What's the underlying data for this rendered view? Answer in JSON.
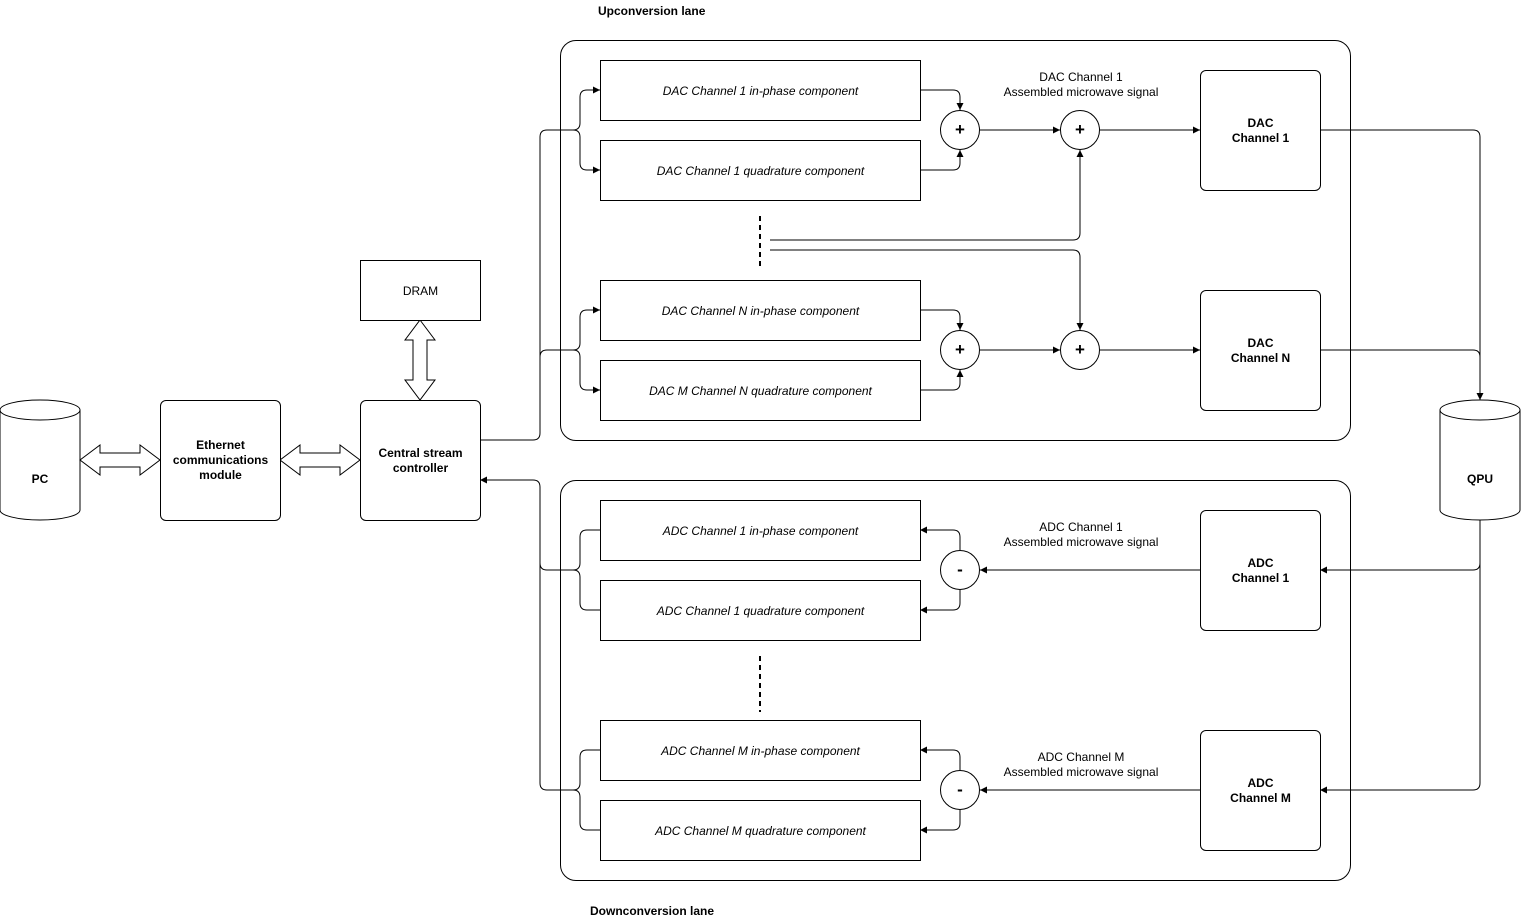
{
  "lanes": {
    "up_title": "Upconversion lane",
    "down_title": "Downconversion lane"
  },
  "nodes": {
    "pc": "PC",
    "ethernet": "Ethernet\ncommunications\nmodule",
    "controller": "Central stream\ncontroller",
    "dram": "DRAM",
    "qpu": "QPU",
    "dac1": "DAC\nChannel 1",
    "dacN": "DAC\nChannel N",
    "adc1": "ADC\nChannel 1",
    "adcM": "ADC\nChannel M"
  },
  "components": {
    "dac1_i": "DAC Channel 1 in-phase component",
    "dac1_q": "DAC Channel 1 quadrature component",
    "dacN_i": "DAC Channel N in-phase component",
    "dacN_q": "DAC M Channel N quadrature component",
    "adc1_i": "ADC Channel 1 in-phase component",
    "adc1_q": "ADC Channel 1 quadrature component",
    "adcM_i": "ADC Channel M in-phase component",
    "adcM_q": "ADC Channel M quadrature component"
  },
  "signal_labels": {
    "dac1": "DAC Channel 1\nAssembled microwave signal",
    "adc1": "ADC Channel 1\nAssembled microwave signal",
    "adcM": "ADC Channel M\nAssembled microwave signal"
  },
  "operators": {
    "plus": "+",
    "minus": "-"
  }
}
